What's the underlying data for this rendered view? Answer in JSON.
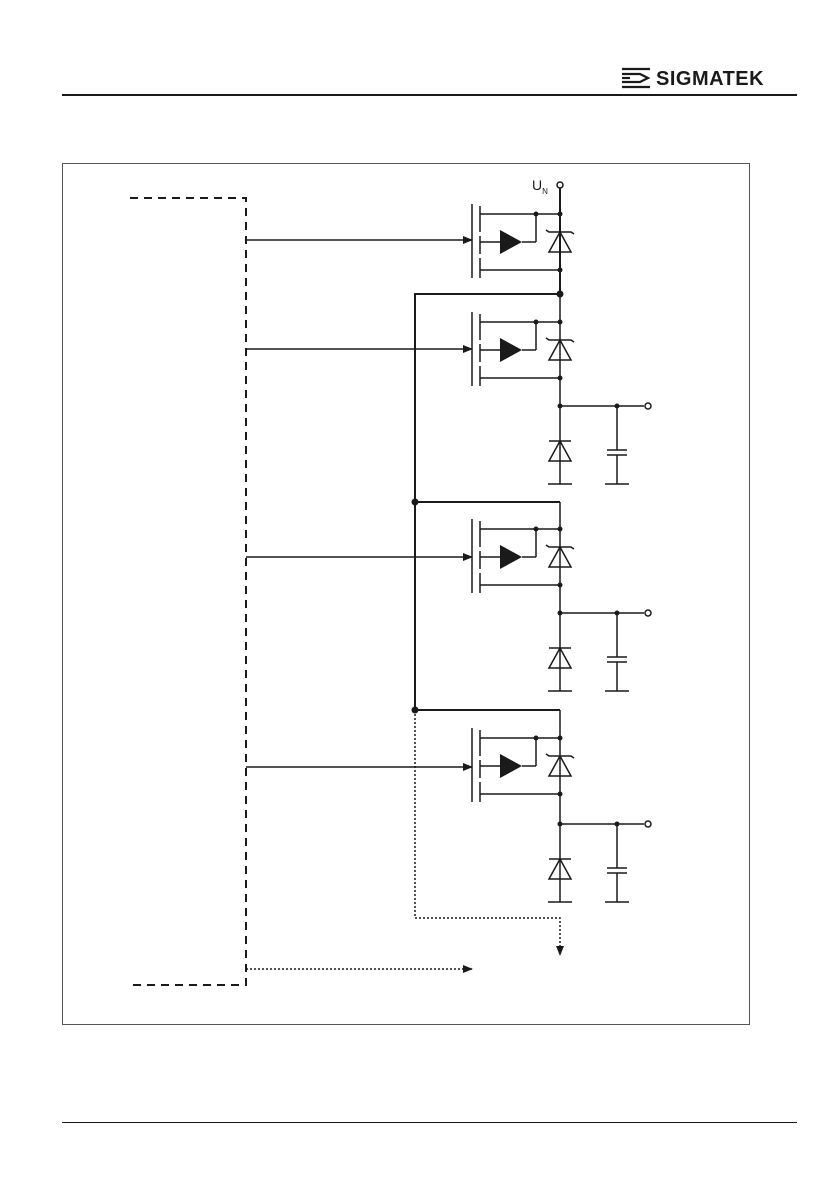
{
  "header": {
    "brand_name": "SIGMATEK",
    "logo_icon": "sigmatek-logo-icon"
  },
  "diagram": {
    "supply_label_main": "U",
    "supply_label_sub": "N",
    "stages": 4,
    "colors": {
      "ink": "#1a1a1a",
      "frame": "#555555",
      "background": "#ffffff"
    }
  }
}
